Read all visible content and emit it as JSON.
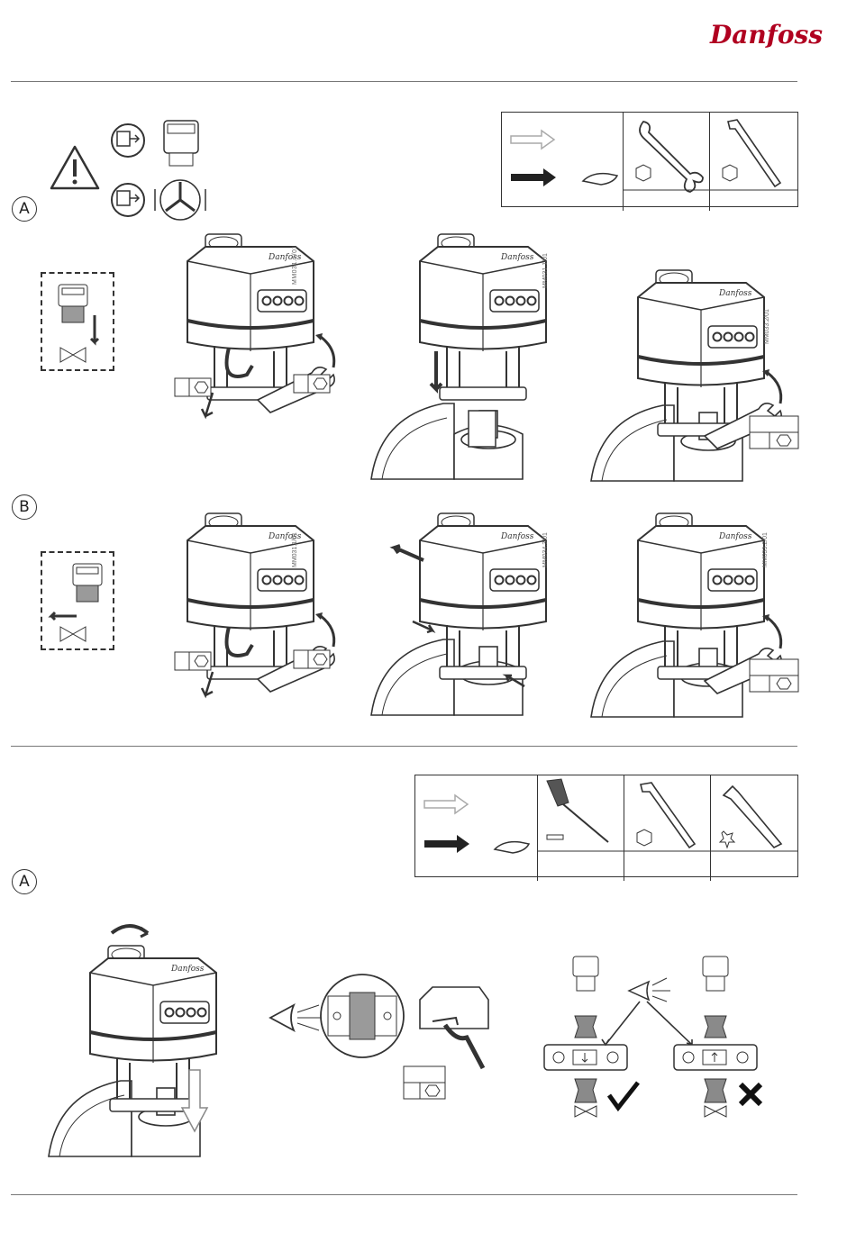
{
  "brand": {
    "name": "Danfoss",
    "color": "#b00020"
  },
  "sections": {
    "top_a": {
      "mark": "A"
    },
    "top_b": {
      "mark": "B"
    },
    "bottom_a": {
      "mark": "A"
    }
  },
  "figure_codes": {
    "a1": "MM031.1/01",
    "a2": "MM031.1/01",
    "a3": "MM033.2/01",
    "b1": "MM031.1/01",
    "b2": "MM034.3/01",
    "b3": "MM033.2/01"
  },
  "icons": {
    "warning": "warning-triangle-icon",
    "power_plug": "power-plug-icon",
    "wrench": "open-end-wrench-icon",
    "hex_key": "hex-key-icon",
    "screwdriver": "flat-screwdriver-icon",
    "torx_key": "torx-key-icon",
    "check": "check-mark-icon",
    "cross": "cross-mark-icon",
    "eye": "eye-icon"
  },
  "colors": {
    "line": "#333333",
    "fill_gray": "#8a8a8a",
    "light_gray": "#d8d8d8"
  }
}
